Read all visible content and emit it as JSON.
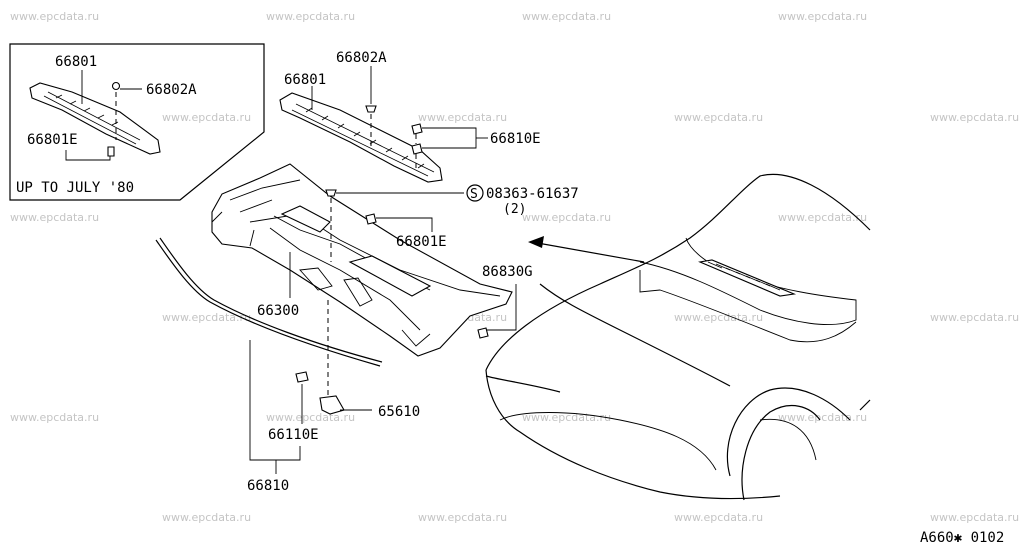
{
  "watermark": "www.epcdata.ru",
  "inset": {
    "caption": "UP TO JULY '80",
    "labels": {
      "cowl_top": "66801",
      "grommet": "66802A",
      "seal": "66801E"
    }
  },
  "labels": {
    "cowl_top": "66801",
    "grommet": "66802A",
    "clip": "66810E",
    "screw_code": "08363-61637",
    "screw_qty": "(2)",
    "seal": "66801E",
    "weatherstrip": "86830G",
    "cowl_panel": "66300",
    "bracket": "65610",
    "clip_b": "66110E",
    "assembly": "66810"
  },
  "screw_symbol": "S",
  "diagram_code": "A660✱ 0102"
}
